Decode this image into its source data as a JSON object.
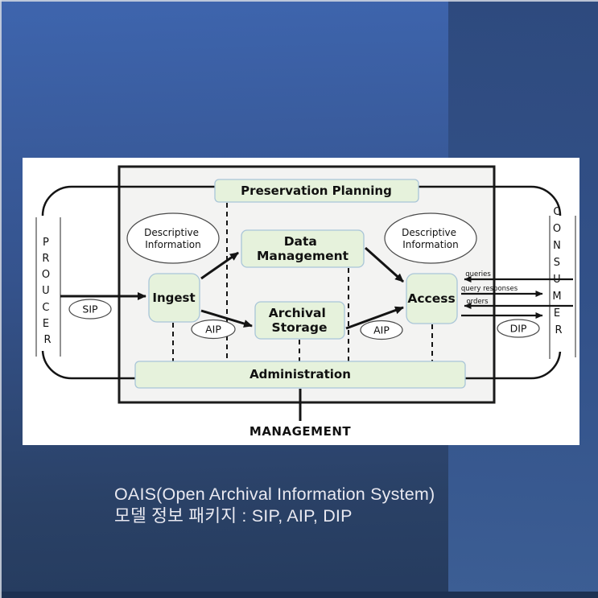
{
  "caption": {
    "line1": "OAIS(Open Archival Information System)",
    "line2": "모델 정보 패키지 : SIP, AIP, DIP"
  },
  "diagram": {
    "producer": {
      "letters": [
        "P",
        "R",
        "O",
        "U",
        "C",
        "E",
        "R"
      ]
    },
    "consumer": {
      "letters": [
        "C",
        "O",
        "N",
        "S",
        "U",
        "M",
        "E",
        "R"
      ]
    },
    "boxes": {
      "preservation_planning": "Preservation Planning",
      "data_management": {
        "line1": "Data",
        "line2": "Management"
      },
      "ingest": "Ingest",
      "archival_storage": {
        "line1": "Archival",
        "line2": "Storage"
      },
      "access": "Access",
      "administration": "Administration"
    },
    "ellipses": {
      "descriptive_information_left": {
        "line1": "Descriptive",
        "line2": "Information"
      },
      "descriptive_information_right": {
        "line1": "Descriptive",
        "line2": "Information"
      },
      "sip": "SIP",
      "aip_left": "AIP",
      "aip_right": "AIP",
      "dip": "DIP"
    },
    "flow_labels": {
      "queries": "queries",
      "query_responses": "query responses",
      "orders": "orders"
    },
    "management": "MANAGEMENT"
  },
  "colors": {
    "background_top": "#3e65ae",
    "background_bottom": "#2a4166",
    "right_panel_top": "#2e4a7e",
    "right_panel_bottom": "#3c5e94",
    "bottom_bar": "#1d3152",
    "panel": "#ffffff",
    "system_box_fill": "#f3f3f2",
    "green_box_fill": "#e6f2dc",
    "green_box_border": "#a9c5d8",
    "line_color": "#141414",
    "caption_text": "#e9e9f1"
  }
}
